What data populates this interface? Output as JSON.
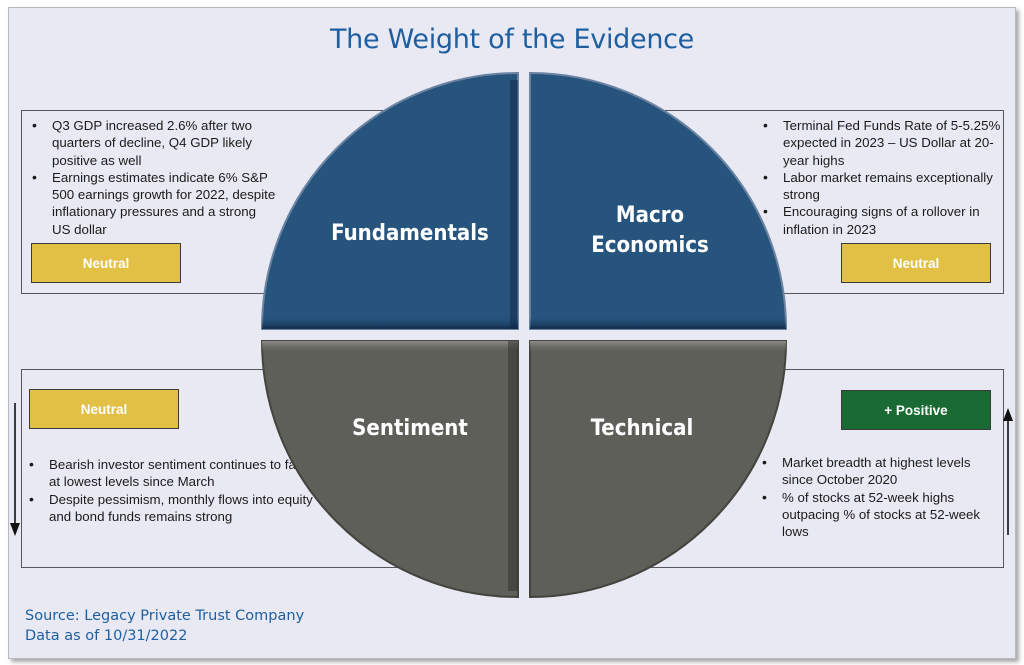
{
  "title": "The Weight of the Evidence",
  "quadrants": {
    "fundamentals": {
      "label": "Fundamentals",
      "rating": "Neutral",
      "bullets": [
        "Q3 GDP increased 2.6% after two quarters of decline, Q4 GDP likely positive as well",
        "Earnings estimates indicate 6% S&P 500 earnings growth for 2022, despite inflationary pressures and a strong US dollar"
      ]
    },
    "macro": {
      "label_line1": "Macro",
      "label_line2": "Economics",
      "rating": "Neutral",
      "bullets": [
        "Terminal Fed Funds Rate of 5-5.25% expected in 2023 – US Dollar at 20-year highs",
        "Labor market remains exceptionally strong",
        "Encouraging signs of a rollover in inflation in 2023"
      ]
    },
    "sentiment": {
      "label": "Sentiment",
      "rating": "Neutral",
      "trend": "down",
      "bullets": [
        "Bearish investor sentiment continues to fall, at lowest levels since March",
        "Despite pessimism, monthly flows into equity and bond funds remains strong"
      ]
    },
    "technical": {
      "label": "Technical",
      "rating": "+ Positive",
      "trend": "up",
      "bullets": [
        "Market breadth at highest levels since October 2020",
        "% of stocks at 52-week highs outpacing % of stocks at 52-week lows"
      ]
    }
  },
  "colors": {
    "title": "#1f5fa0",
    "blue_quadrant": "#27547d",
    "gray_quadrant": "#5f5f5a",
    "neutral_badge": "#e2bf45",
    "positive_badge": "#1a6b33"
  },
  "source": {
    "line1": "Source: Legacy Private Trust Company",
    "line2": "Data as of 10/31/2022"
  }
}
